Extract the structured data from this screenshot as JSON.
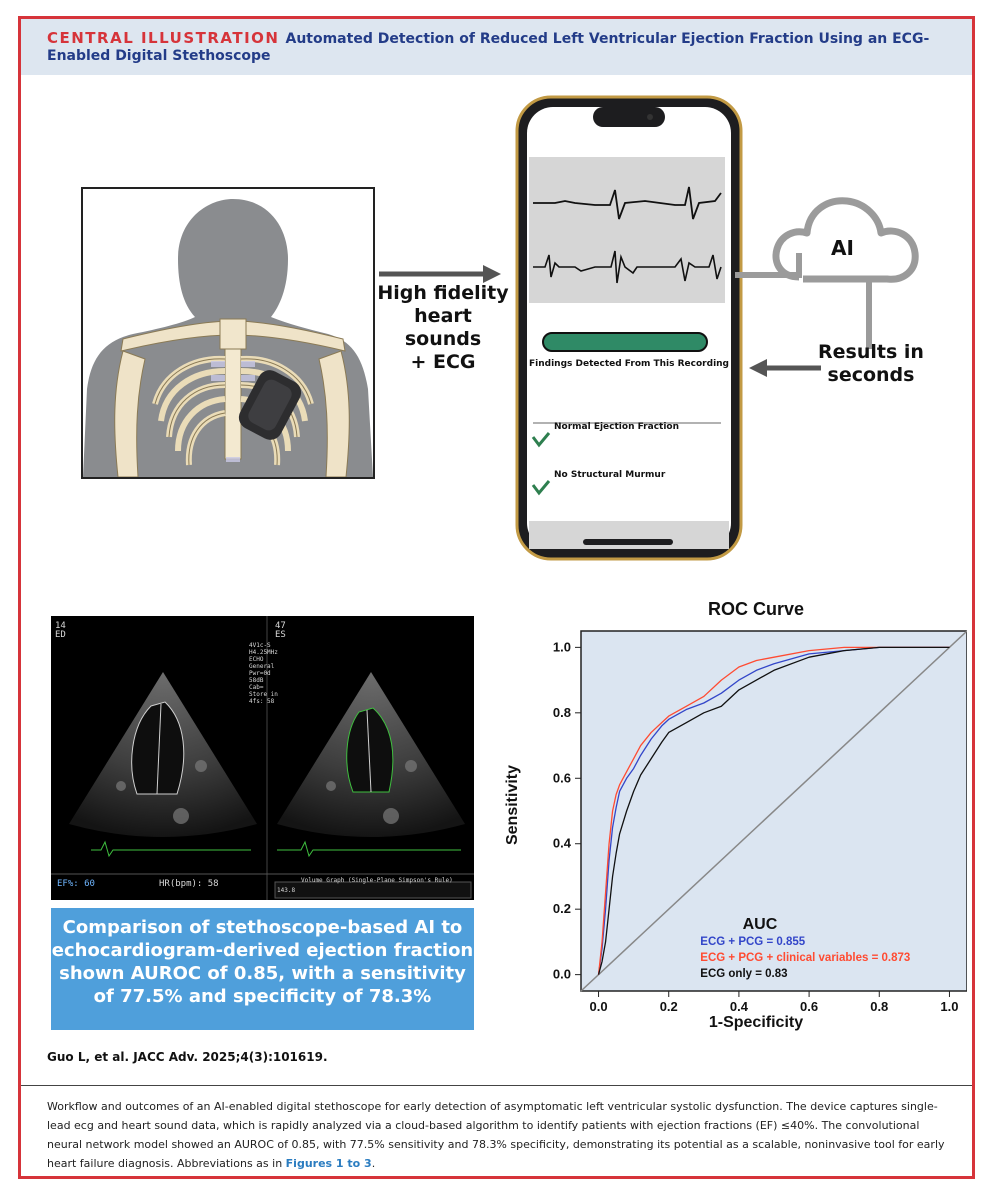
{
  "header": {
    "label": "CENTRAL ILLUSTRATION",
    "title": "Automated Detection of Reduced Left Ventricular Ejection Fraction Using an ECG-Enabled Digital Stethoscope"
  },
  "flow": {
    "input_label_lines": [
      "High fidelity",
      "heart sounds",
      "+ ECG"
    ],
    "cloud_label": "AI",
    "output_label_lines": [
      "Results in",
      "seconds"
    ]
  },
  "phone": {
    "findings_title": "Findings Detected From This Recording",
    "finding_1": "Normal Ejection Fraction",
    "finding_2": "No Structural Murmur"
  },
  "echo": {
    "left_frame": [
      "14",
      "ED"
    ],
    "right_frame": [
      "47",
      "ES"
    ],
    "settings": [
      "4V1c-S",
      "H4.25MHz",
      "ECHO",
      "General",
      "Pwr=0d",
      "",
      "58dB",
      "Cab=",
      "",
      "Store in",
      "4fs: 58"
    ],
    "ef_label": "EF%: 60",
    "hr_label": "HR(bpm): 58",
    "graph_label": "Volume Graph (Single-Plane Simpson's Rule)",
    "graph_value": "143.8"
  },
  "summary_lines": [
    "Comparison of stethoscope-based AI to",
    "echocardiogram-derived ejection fraction",
    "shown AUROC of 0.85, with a sensitivity",
    "of 77.5% and specificity of 78.3%"
  ],
  "citation": "Guo L, et al. JACC Adv. 2025;4(3):101619.",
  "caption": {
    "text": "Workflow and outcomes of an AI-enabled digital stethoscope for early detection of asymptomatic left ventricular systolic dysfunction. The device captures single-lead ecg and heart sound data, which is rapidly analyzed via a cloud-based algorithm to identify patients with ejection fractions (EF) ≤40%. The convolutional neural network model showed an AUROC of 0.85, with 77.5% sensitivity and 78.3% specificity, demonstrating its potential as a scalable, noninvasive tool for early heart failure diagnosis. Abbreviations as in ",
    "link": "Figures 1 to 3",
    "end": "."
  },
  "colors": {
    "frame": "#d6343a",
    "header_bg": "#dde6f0",
    "title": "#233c88",
    "summary_bg": "#4f9fdb",
    "roc_bg": "#dbe5f1",
    "series_ecg_pcg": "#3346c9",
    "series_clinical": "#ff4b32",
    "series_ecg_only": "#111111"
  },
  "chart_data": {
    "type": "line",
    "title": "ROC Curve",
    "xlabel": "1-Specificity",
    "ylabel": "Sensitivity",
    "xlim": [
      0,
      1.05
    ],
    "ylim": [
      0,
      1.05
    ],
    "xticks": [
      "0.0",
      "0.2",
      "0.4",
      "0.6",
      "0.8",
      "1.0"
    ],
    "yticks": [
      "0.0",
      "0.2",
      "0.4",
      "0.6",
      "0.8",
      "1.0"
    ],
    "legend_title": "AUC",
    "series": [
      {
        "name": "ECG + PCG = 0.855",
        "color": "#3346c9",
        "x": [
          0,
          0.01,
          0.02,
          0.03,
          0.04,
          0.05,
          0.06,
          0.08,
          0.1,
          0.12,
          0.15,
          0.18,
          0.2,
          0.25,
          0.3,
          0.35,
          0.4,
          0.45,
          0.5,
          0.6,
          0.7,
          0.8,
          0.9,
          1.0
        ],
        "y": [
          0,
          0.08,
          0.2,
          0.35,
          0.45,
          0.51,
          0.56,
          0.6,
          0.63,
          0.67,
          0.72,
          0.76,
          0.78,
          0.81,
          0.83,
          0.86,
          0.9,
          0.93,
          0.95,
          0.98,
          0.99,
          1.0,
          1.0,
          1.0
        ]
      },
      {
        "name": "ECG + PCG + clinical variables = 0.873",
        "color": "#ff4b32",
        "x": [
          0,
          0.01,
          0.02,
          0.03,
          0.04,
          0.05,
          0.06,
          0.08,
          0.1,
          0.12,
          0.15,
          0.18,
          0.2,
          0.25,
          0.3,
          0.35,
          0.4,
          0.45,
          0.5,
          0.6,
          0.7,
          0.8,
          0.9,
          1.0
        ],
        "y": [
          0,
          0.1,
          0.25,
          0.4,
          0.5,
          0.55,
          0.58,
          0.62,
          0.66,
          0.7,
          0.74,
          0.77,
          0.79,
          0.82,
          0.85,
          0.9,
          0.94,
          0.96,
          0.97,
          0.99,
          1.0,
          1.0,
          1.0,
          1.0
        ]
      },
      {
        "name": "ECG only = 0.83",
        "color": "#111111",
        "x": [
          0,
          0.01,
          0.02,
          0.03,
          0.04,
          0.05,
          0.06,
          0.08,
          0.1,
          0.12,
          0.15,
          0.18,
          0.2,
          0.25,
          0.3,
          0.35,
          0.4,
          0.45,
          0.5,
          0.6,
          0.7,
          0.8,
          0.9,
          1.0
        ],
        "y": [
          0,
          0.04,
          0.1,
          0.2,
          0.3,
          0.37,
          0.43,
          0.5,
          0.56,
          0.61,
          0.66,
          0.71,
          0.74,
          0.77,
          0.8,
          0.82,
          0.87,
          0.9,
          0.93,
          0.97,
          0.99,
          1.0,
          1.0,
          1.0
        ]
      }
    ]
  }
}
